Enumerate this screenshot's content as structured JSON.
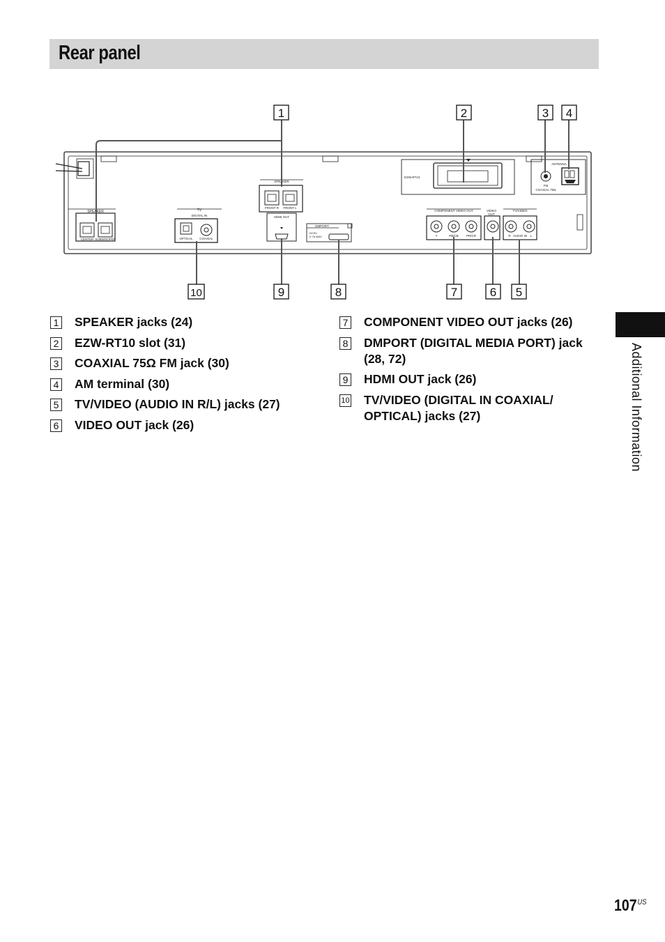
{
  "page": {
    "title": "Rear panel",
    "side_label": "Additional Information",
    "page_number": "107",
    "page_suffix": "US"
  },
  "callouts": {
    "c1": "1",
    "c2": "2",
    "c3": "3",
    "c4": "4",
    "c5": "5",
    "c6": "6",
    "c7": "7",
    "c8": "8",
    "c9": "9",
    "c10": "10"
  },
  "panel": {
    "speaker_left": "SPEAKER",
    "center": "CENTER",
    "subwoofer": "SUBWOOFER",
    "tv": "TV",
    "digital_in": "DIGITAL IN",
    "optical": "OPTICAL",
    "coaxial": "COAXIAL",
    "speaker_front": "SPEAKER",
    "front_r": "FRONT R",
    "front_l": "FRONT L",
    "hdmi_out": "HDMI OUT",
    "dmport": "DMPORT",
    "dmport_power": "DC5V",
    "dmport_power2": "0.7A MAX",
    "ezw": "EZW-RT10",
    "component": "COMPONENT VIDEO OUT",
    "y": "Y",
    "pb": "PB/CB",
    "pr": "PR/CR",
    "video_out": "VIDEO",
    "video_out2": "OUT",
    "tv_video": "TV/VIDEO",
    "r": "R",
    "audio_in": "AUDIO IN",
    "l": "L",
    "antenna": "ANTENNA",
    "fm": "FM",
    "coaxial75": "COAXIAL 75Ω"
  },
  "items_left": [
    {
      "num": "1",
      "text": "SPEAKER jacks (24)"
    },
    {
      "num": "2",
      "text": "EZW-RT10 slot (31)"
    },
    {
      "num": "3",
      "text": "COAXIAL 75Ω FM jack (30)"
    },
    {
      "num": "4",
      "text": "AM terminal (30)"
    },
    {
      "num": "5",
      "text": "TV/VIDEO (AUDIO IN R/L) jacks (27)"
    },
    {
      "num": "6",
      "text": "VIDEO OUT jack (26)"
    }
  ],
  "items_right": [
    {
      "num": "7",
      "text": "COMPONENT VIDEO OUT jacks (26)"
    },
    {
      "num": "8",
      "text": "DMPORT (DIGITAL MEDIA PORT) jack (28, 72)"
    },
    {
      "num": "9",
      "text": "HDMI OUT jack (26)"
    },
    {
      "num": "10",
      "text": "TV/VIDEO (DIGITAL IN COAXIAL/ OPTICAL) jacks (27)"
    }
  ]
}
